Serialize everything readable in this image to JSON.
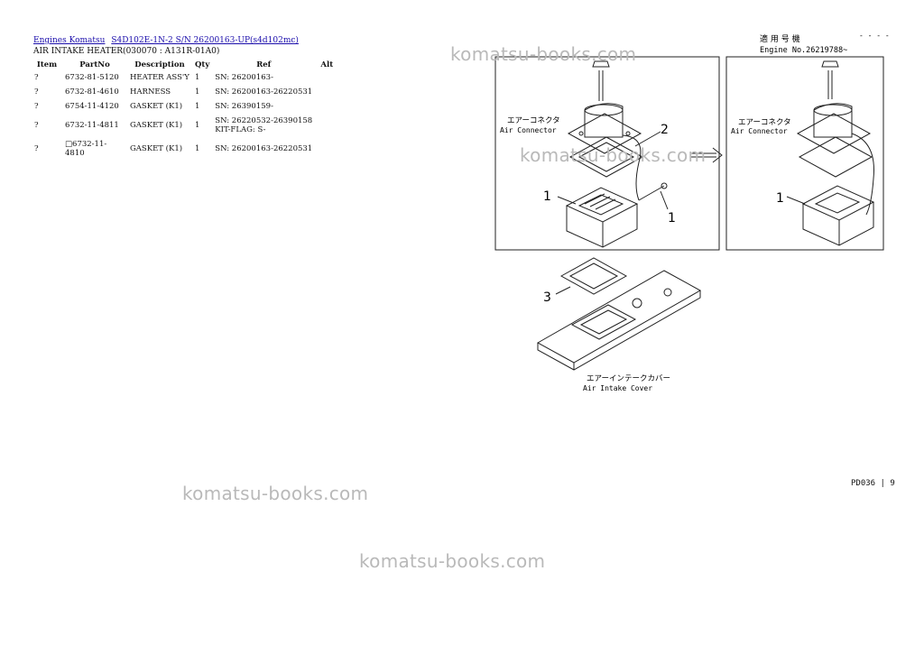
{
  "breadcrumb": {
    "links": [
      "Engines Komatsu",
      "S4D102E-1N-2 S/N 26200163-UP(s4d102mc)"
    ]
  },
  "subtitle": "AIR INTAKE HEATER(030070 : A131R-01A0)",
  "table": {
    "headers": [
      "Item",
      "PartNo",
      "Description",
      "Qty",
      "Ref",
      "Alt"
    ],
    "rows": [
      {
        "item": "?",
        "partno": "6732-81-5120",
        "description": "HEATER ASS'Y",
        "qty": "1",
        "ref": [
          "SN: 26200163-"
        ],
        "alt": ""
      },
      {
        "item": "?",
        "partno": "6732-81-4610",
        "description": "HARNESS",
        "qty": "1",
        "ref": [
          "SN: 26200163-26220531"
        ],
        "alt": ""
      },
      {
        "item": "?",
        "partno": "6754-11-4120",
        "description": "GASKET (K1)",
        "qty": "1",
        "ref": [
          "SN: 26390159-"
        ],
        "alt": ""
      },
      {
        "item": "?",
        "partno": "6732-11-4811",
        "description": "GASKET (K1)",
        "qty": "1",
        "ref": [
          "SN: 26220532-26390158",
          "KIT-FLAG: S-"
        ],
        "alt": ""
      },
      {
        "item": "?",
        "partno": "□6732-11-4810",
        "description": "GASKET (K1)",
        "qty": "1",
        "ref": [
          "SN: 26200163-26220531"
        ],
        "alt": ""
      }
    ]
  },
  "watermark": "komatsu-books.com",
  "drawing": {
    "header_jp": "適 用 号 機",
    "header_en": "Engine No.26219788~",
    "corner_mark": "- - - -",
    "connector_jp": "エアーコネクタ",
    "connector_en": "Air Connector",
    "cover_jp": "エアーインテークカバー",
    "cover_en": "Air Intake Cover",
    "callouts": [
      "1",
      "2",
      "1",
      "1",
      "3"
    ],
    "page_code": "PD036 | 9"
  }
}
